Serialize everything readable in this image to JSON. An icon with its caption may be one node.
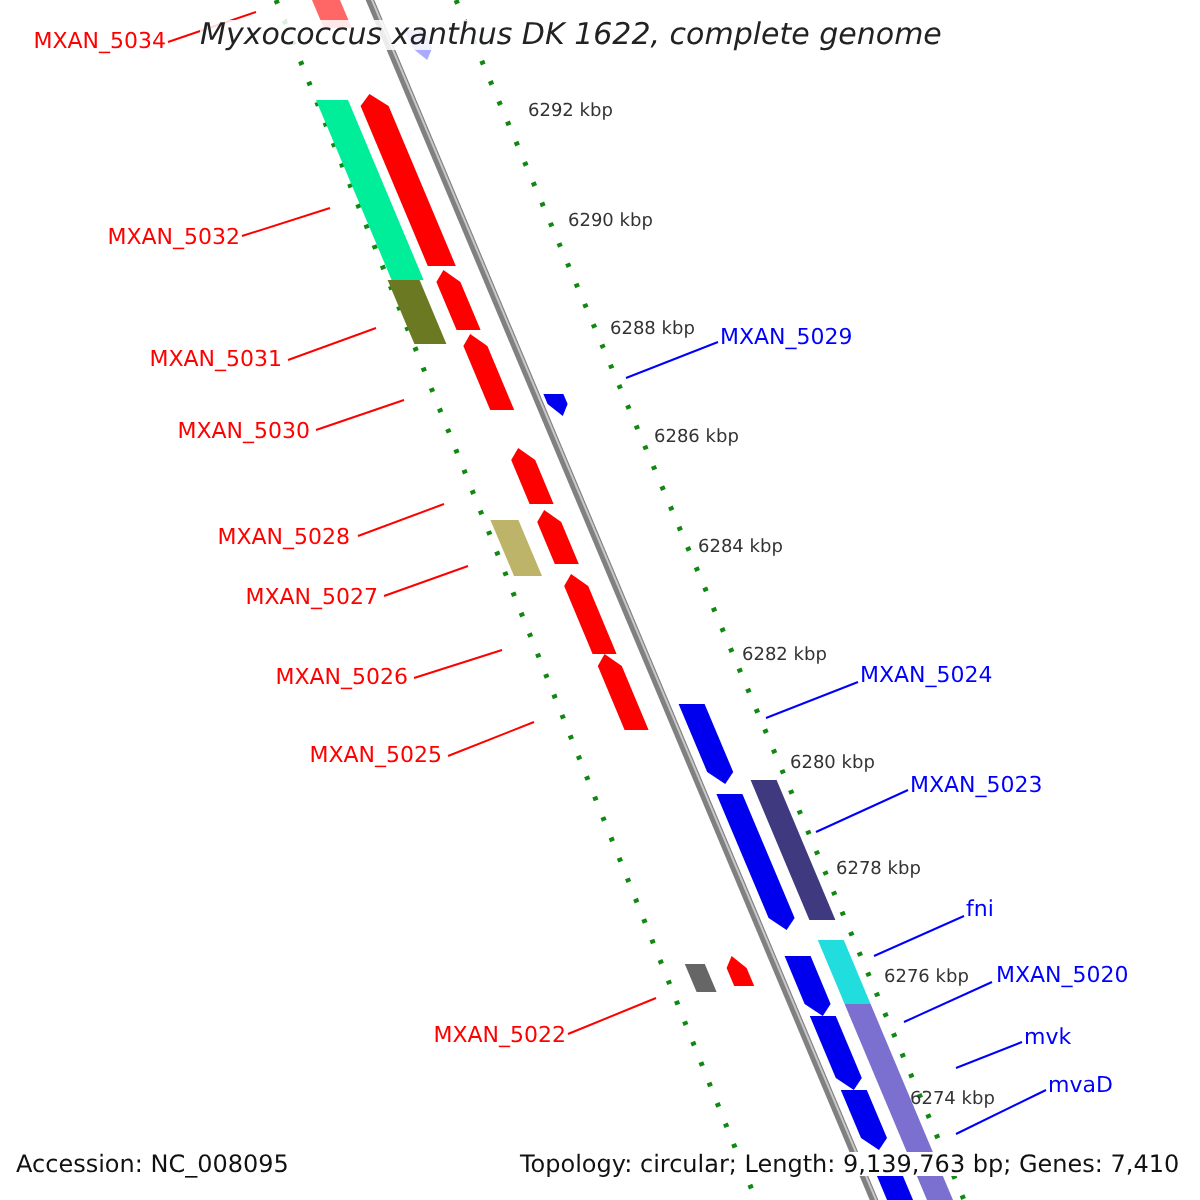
{
  "diagram": {
    "title": "Myxococcus xanthus DK 1622, complete genome",
    "nodes": [
      {
        "text": [
          "MXAN_5034"
        ]
      },
      {
        "text": [
          "MXAN_5032"
        ]
      },
      {
        "text": [
          "MXAN_5029"
        ]
      },
      {
        "text": [
          "MXAN_5031"
        ]
      },
      {
        "text": [
          "MXAN_5030"
        ]
      },
      {
        "text": [
          "MXAN_5028"
        ]
      },
      {
        "text": [
          "MXAN_5027"
        ]
      },
      {
        "text": [
          "MXAN_5024"
        ]
      },
      {
        "text": [
          "MXAN_5026"
        ]
      },
      {
        "text": [
          "MXAN_5025"
        ]
      },
      {
        "text": [
          "MXAN_5023"
        ]
      },
      {
        "text": [
          "fni"
        ]
      },
      {
        "text": [
          "MXAN_5020"
        ]
      },
      {
        "text": [
          "MXAN_5022"
        ]
      },
      {
        "text": [
          "mvk"
        ]
      },
      {
        "text": [
          "mvaD"
        ]
      }
    ],
    "edges": [
      {
        "from": 0,
        "to": null,
        "arrow": "none"
      },
      {
        "from": 1,
        "to": null,
        "arrow": "none"
      },
      {
        "from": 2,
        "to": null,
        "arrow": "none",
        "color": "#0000ff"
      },
      {
        "from": 3,
        "to": null,
        "arrow": "none"
      },
      {
        "from": 4,
        "to": null,
        "arrow": "none"
      },
      {
        "from": 5,
        "to": null,
        "arrow": "none"
      },
      {
        "from": 6,
        "to": null,
        "arrow": "none"
      },
      {
        "from": 7,
        "to": null,
        "arrow": "none",
        "color": "#0000ff"
      },
      {
        "from": 8,
        "to": null,
        "arrow": "none"
      },
      {
        "from": 9,
        "to": null,
        "arrow": "none"
      },
      {
        "from": 10,
        "to": null,
        "arrow": "none",
        "color": "#0000ff"
      },
      {
        "from": 11,
        "to": null,
        "arrow": "none",
        "color": "#0000ff"
      },
      {
        "from": 12,
        "to": null,
        "arrow": "none",
        "color": "#0000ff"
      },
      {
        "from": 13,
        "to": null,
        "arrow": "none"
      },
      {
        "from": 14,
        "to": null,
        "arrow": "none",
        "color": "#0000ff"
      },
      {
        "from": 15,
        "to": null,
        "arrow": "none",
        "color": "#0000ff"
      }
    ],
    "labels": [
      "6292 kbp",
      "6290 kbp",
      "6288 kbp",
      "6286 kbp",
      "6284 kbp",
      "6282 kbp",
      "6280 kbp",
      "6278 kbp",
      "6276 kbp",
      "6274 kbp",
      "Accession: NC_008095",
      "Topology: circular; Length: 9,139,763 bp; Genes: 7,410"
    ]
  }
}
